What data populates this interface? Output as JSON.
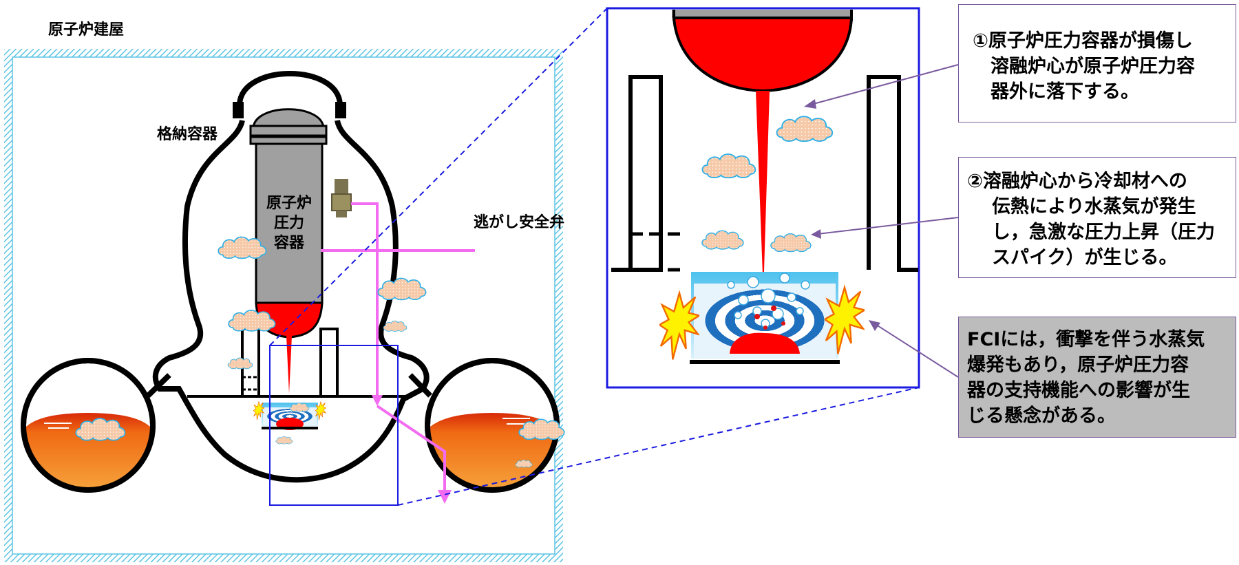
{
  "labels": {
    "building": "原子炉建屋",
    "containment": "格納容器",
    "rpv_lines": [
      "原子炉",
      "圧力",
      "容器"
    ],
    "relief_valve": "逃がし安全弁"
  },
  "notes": [
    {
      "id": "note1",
      "lines": [
        "①原子炉圧力容器が損傷し",
        "溶融炉心が原子炉圧力容",
        "器外に落下する。"
      ]
    },
    {
      "id": "note2",
      "lines": [
        "②溶融炉心から冷却材への",
        "伝熱により水蒸気が発生",
        "し，急激な圧力上昇（圧力",
        "スパイク）が生じる。"
      ]
    },
    {
      "id": "note3",
      "lines": [
        "FCIには，衝撃を伴う水蒸気",
        "爆発もあり，原子炉圧力容",
        "器の支持機能への影響が生",
        "じる懸念がある。"
      ]
    }
  ],
  "colors": {
    "building_wall": "#5bc4e4",
    "vessel": "#a0a0a0",
    "melt": "#ff0000",
    "relief_line": "#f26bf0",
    "zoom_frame": "#1a1ae0",
    "callout_arrow": "#7a5a9e",
    "pool_water": "#f08b2a",
    "steam_cloud": "#f6c9a8"
  },
  "icons": [
    "steam-cloud-icon",
    "explosion-burst-icon",
    "relief-valve-icon"
  ]
}
